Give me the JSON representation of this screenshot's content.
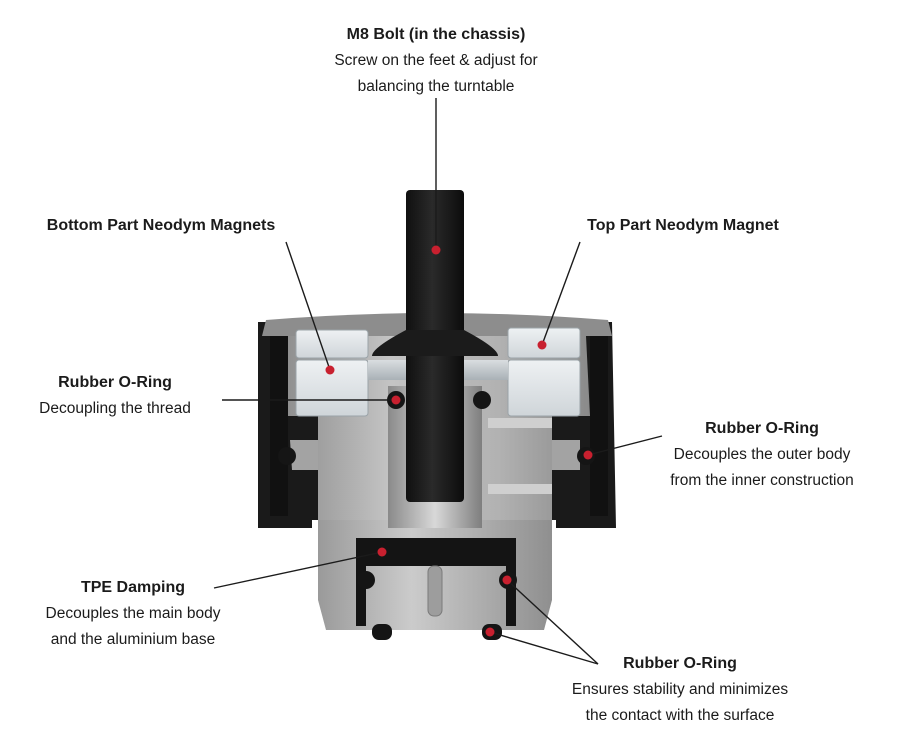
{
  "callouts": {
    "bolt": {
      "title": "M8 Bolt (in the chassis)",
      "desc": [
        "Screw on the feet & adjust for",
        "balancing the turntable"
      ]
    },
    "bottom_magnets": {
      "title": "Bottom Part Neodym Magnets",
      "desc": []
    },
    "top_magnet": {
      "title": "Top Part Neodym Magnet",
      "desc": []
    },
    "oring_thread": {
      "title": "Rubber O-Ring",
      "desc": [
        "Decoupling the thread"
      ]
    },
    "oring_outer": {
      "title": "Rubber O-Ring",
      "desc": [
        "Decouples the outer body",
        "from the inner construction"
      ]
    },
    "tpe": {
      "title": "TPE Damping",
      "desc": [
        "Decouples the main body",
        "and the aluminium base"
      ]
    },
    "oring_base": {
      "title": "Rubber O-Ring",
      "desc": [
        "Ensures stability and minimizes",
        "the contact with the surface"
      ]
    }
  },
  "colors": {
    "marker": "#c8202f",
    "leader": "#1b1b1b",
    "rubber": "#161616",
    "metal_light": "#b9b9b9",
    "metal_mid": "#9a9a9a",
    "magnet": "#dfe3e6"
  }
}
